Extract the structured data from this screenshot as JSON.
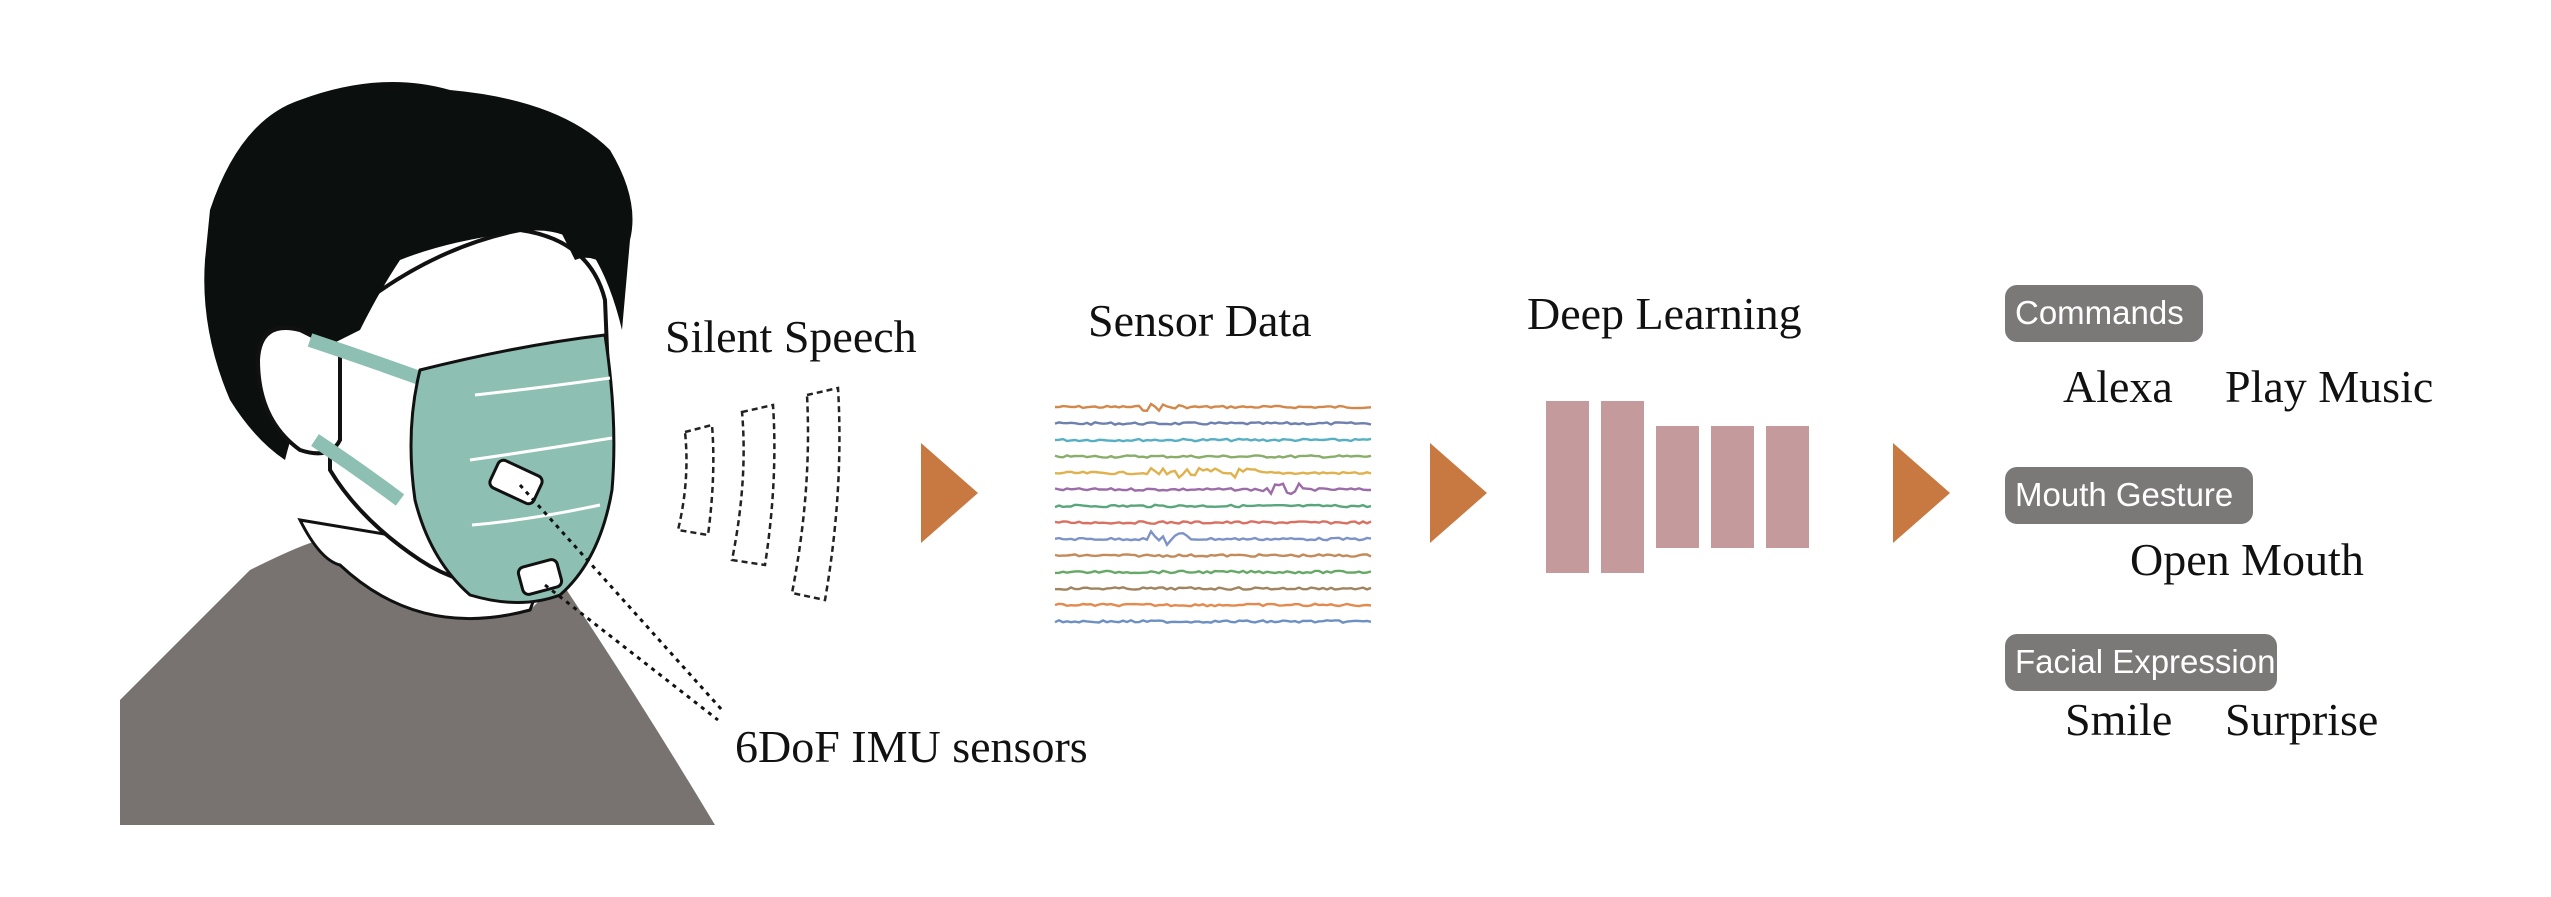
{
  "labels": {
    "silent_speech": "Silent Speech",
    "sensor_data": "Sensor Data",
    "deep_learning": "Deep Learning",
    "imu_sensors": "6DoF IMU sensors"
  },
  "outputs": {
    "commands": {
      "tag": "Commands",
      "items": [
        "Alexa",
        "Play Music"
      ]
    },
    "mouth_gesture": {
      "tag": "Mouth Gesture",
      "items": [
        "Open Mouth"
      ]
    },
    "facial_expression": {
      "tag": "Facial Expression",
      "items": [
        "Smile",
        "Surprise"
      ]
    }
  },
  "colors": {
    "arrow": "#c87941",
    "mask": "#8dbfb2",
    "shirt": "#787370",
    "hair": "#0b0f0d",
    "nn_block": "#c49a9c",
    "tag_bg": "#7b7878",
    "signals": [
      "#d2884a",
      "#6f7fae",
      "#56b0c2",
      "#8aae6a",
      "#e0b24e",
      "#9c6ca8",
      "#59a67c",
      "#d97163",
      "#7d93c8",
      "#c48a5a",
      "#66a865",
      "#a0835f",
      "#e38a4e",
      "#6c90c3"
    ]
  }
}
